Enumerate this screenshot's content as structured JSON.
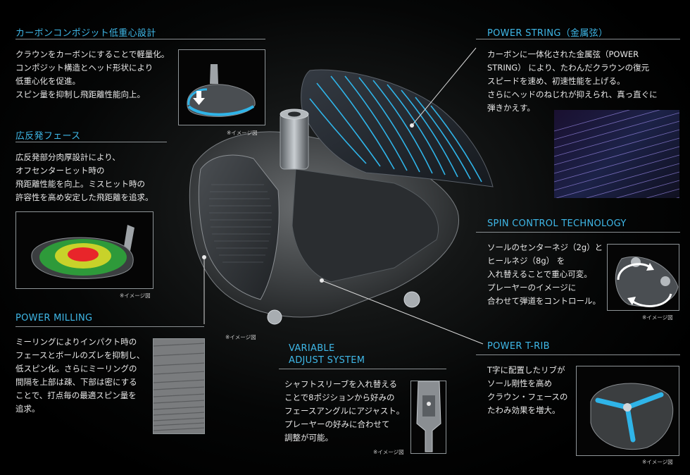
{
  "sections": {
    "carbon": {
      "title": "カーボンコンポジット低重心設計",
      "lines": [
        "クラウンをカーボンにすることで軽量化。",
        "コンポジット構造とヘッド形状により",
        "低重心化を促進。",
        "スピン量を抑制し飛距離性能向上。"
      ],
      "note": "※イメージ図"
    },
    "face": {
      "title": "広反発フェース",
      "lines": [
        "広反発部分肉厚設計により、",
        "オフセンターヒット時の",
        "飛距離性能を向上。ミスヒット時の",
        "許容性を高め安定した飛距離を追求。"
      ],
      "note": "※イメージ図"
    },
    "milling": {
      "title": "POWER MILLING",
      "lines": [
        "ミーリングによりインパクト時の",
        "フェースとボールのズレを抑制し、",
        "低スピン化。さらにミーリングの",
        "間隔を上部は疎、下部は密にする",
        "ことで、打点毎の最適スピン量を",
        "追求。"
      ]
    },
    "center_note": "※イメージ図",
    "variable": {
      "title_line1": "VARIABLE",
      "title_line2": "ADJUST SYSTEM",
      "lines": [
        "シャフトスリーブを入れ替える",
        "ことで8ポジションから好みの",
        "フェースアングルにアジャスト。",
        "プレーヤーの好みに合わせて",
        "調整が可能。"
      ],
      "note": "※イメージ図"
    },
    "string": {
      "title": "POWER STRING（金属弦）",
      "lines": [
        "カーボンに一体化された金属弦（POWER",
        "STRING） により、たわんだクラウンの復元",
        "スピードを速め、初速性能を上げる。",
        "さらにヘッドのねじれが抑えられ、真っ直ぐに",
        "弾きかえす。"
      ]
    },
    "spin": {
      "title": "SPIN CONTROL TECHNOLOGY",
      "lines": [
        "ソールのセンターネジ（2g）と",
        "ヒールネジ（8g） を",
        "入れ替えることで重心可変。",
        "プレーヤーのイメージに",
        "合わせて弾道をコントロール。"
      ],
      "note": "※イメージ図"
    },
    "trib": {
      "title": "POWER T-RIB",
      "lines": [
        "T字に配置したリブが",
        "ソール剛性を高め",
        "クラウン・フェースの",
        "たわみ効果を増大。"
      ],
      "note": "※イメージ図"
    }
  },
  "colors": {
    "accent": "#3fb8e8",
    "background": "#000000",
    "heatmap": [
      "#2e9a3a",
      "#c8d22a",
      "#e8252a"
    ]
  },
  "icons": [
    "down-arrow-icon",
    "rotate-arrows-icon"
  ]
}
